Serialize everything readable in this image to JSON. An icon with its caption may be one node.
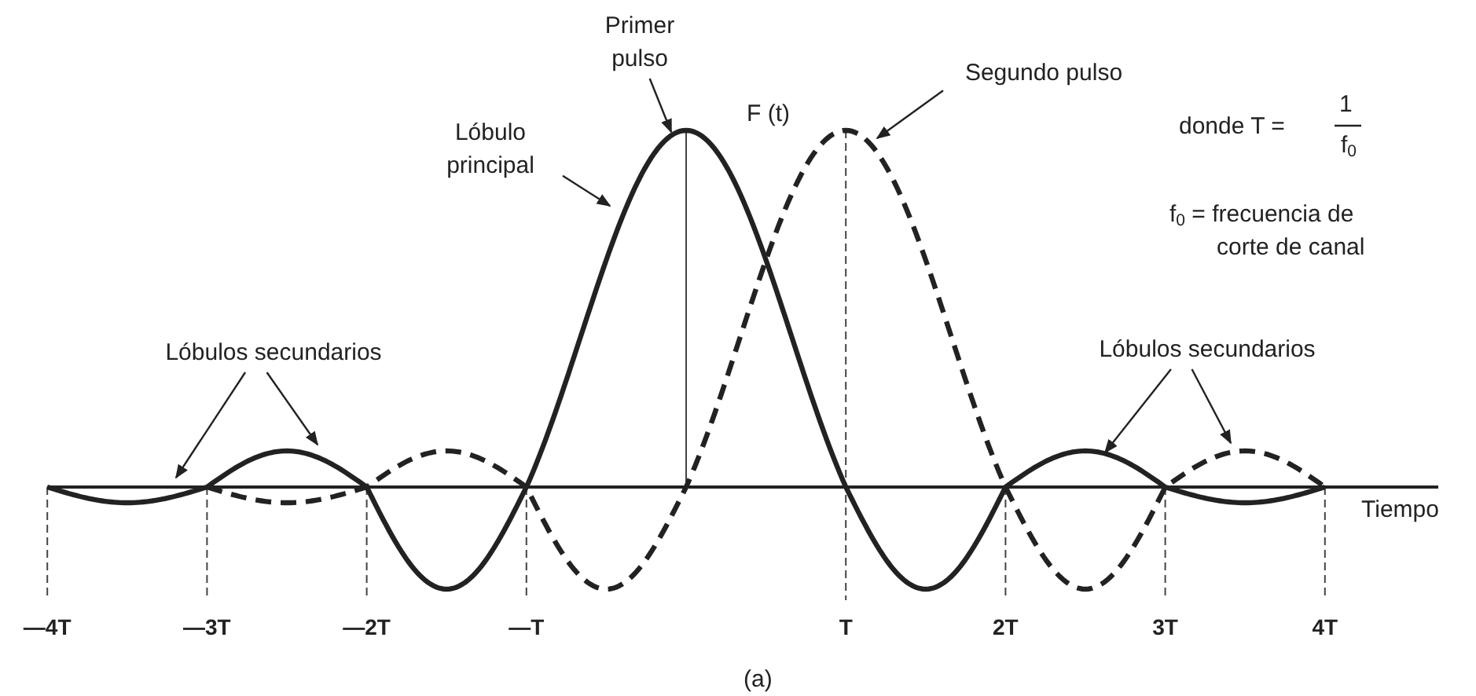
{
  "diagram": {
    "nodes": [
      {
        "text": [
          "Primer pulso"
        ]
      },
      {
        "text": [
          "Lóbulo principal"
        ]
      },
      {
        "text": [
          "Segundo pulso"
        ]
      },
      {
        "text": [
          "Lóbulos secundarios"
        ]
      },
      {
        "text": [
          "Lóbulos secundarios"
        ]
      }
    ],
    "edges": [
      {
        "from": 0,
        "to": null,
        "arrow": "to"
      },
      {
        "from": 1,
        "to": null,
        "arrow": "to"
      },
      {
        "from": 2,
        "to": null,
        "arrow": "to"
      },
      {
        "from": 3,
        "to": null,
        "arrow": "to"
      },
      {
        "from": 3,
        "to": null,
        "arrow": "to"
      },
      {
        "from": 4,
        "to": null,
        "arrow": "to"
      },
      {
        "from": 4,
        "to": null,
        "arrow": "to"
      }
    ],
    "labels": [
      "F (t)",
      "donde T =",
      "1",
      "f$_{0}$",
      "f$_{0}$ = frecuencia de corte de canal",
      "—4T",
      "—3T",
      "—2T",
      "—T",
      "T",
      "2T",
      "3T",
      "4T",
      "Tiempo",
      "(a)"
    ]
  }
}
